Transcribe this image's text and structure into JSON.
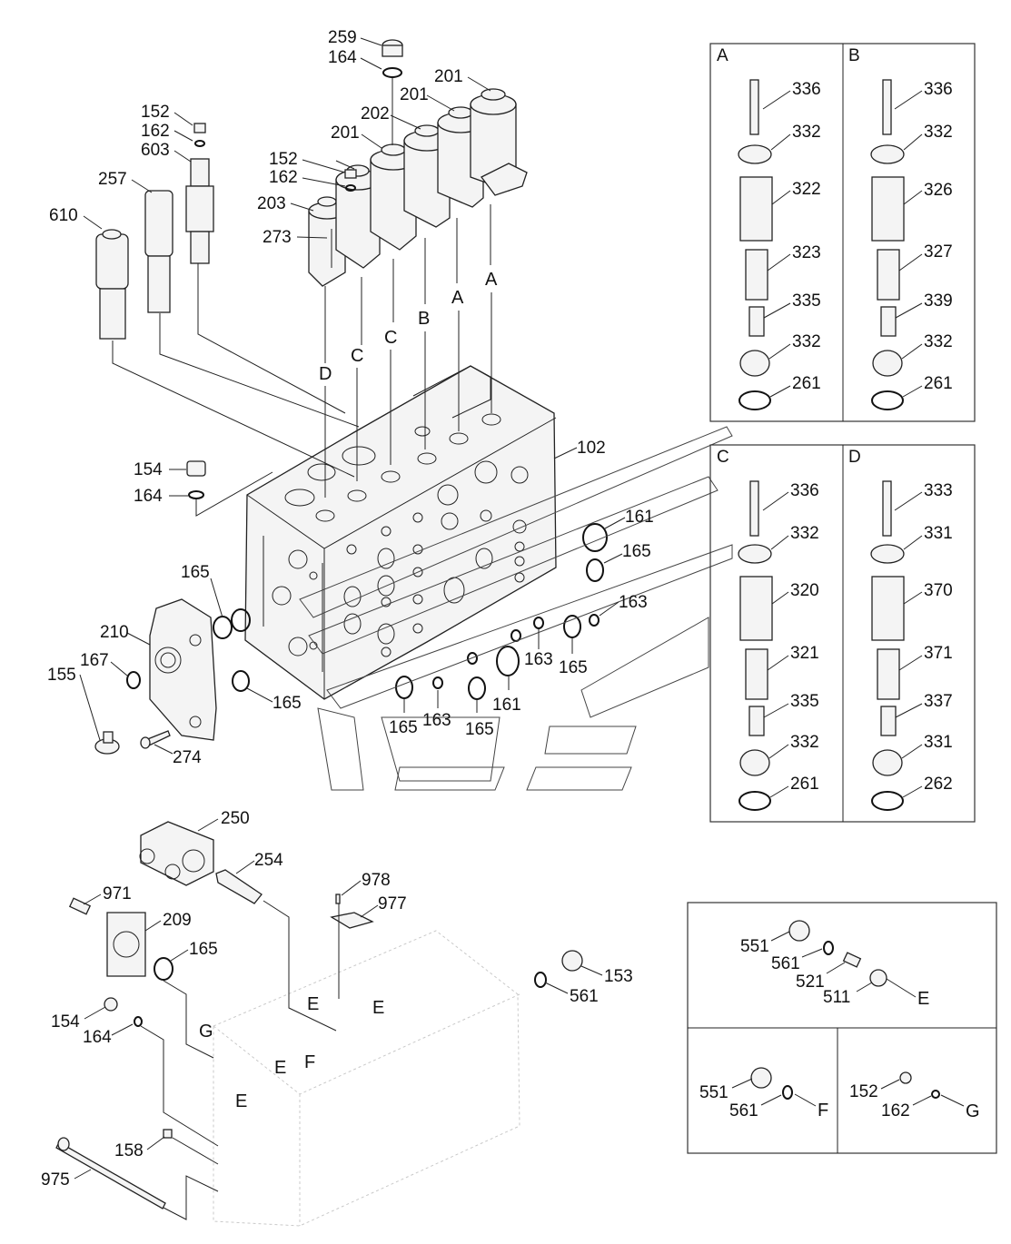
{
  "callouts": [
    {
      "id": "c259a",
      "text": "259"
    },
    {
      "id": "c164a",
      "text": "164"
    },
    {
      "id": "c201a",
      "text": "201"
    },
    {
      "id": "c201b",
      "text": "201"
    },
    {
      "id": "c202",
      "text": "202"
    },
    {
      "id": "c201c",
      "text": "201"
    },
    {
      "id": "c152a",
      "text": "152"
    },
    {
      "id": "c162a",
      "text": "162"
    },
    {
      "id": "c603",
      "text": "603"
    },
    {
      "id": "c257",
      "text": "257"
    },
    {
      "id": "c610",
      "text": "610"
    },
    {
      "id": "c152b",
      "text": "152"
    },
    {
      "id": "c162b",
      "text": "162"
    },
    {
      "id": "c203",
      "text": "203"
    },
    {
      "id": "c273",
      "text": "273"
    },
    {
      "id": "c102",
      "text": "102"
    },
    {
      "id": "c154a",
      "text": "154"
    },
    {
      "id": "c164b",
      "text": "164"
    },
    {
      "id": "c161a",
      "text": "161"
    },
    {
      "id": "c165a",
      "text": "165"
    },
    {
      "id": "c163a",
      "text": "163"
    },
    {
      "id": "c165b",
      "text": "165"
    },
    {
      "id": "c210",
      "text": "210"
    },
    {
      "id": "c167",
      "text": "167"
    },
    {
      "id": "c155",
      "text": "155"
    },
    {
      "id": "c274",
      "text": "274"
    },
    {
      "id": "c165c",
      "text": "165"
    },
    {
      "id": "c165d",
      "text": "165"
    },
    {
      "id": "c163b",
      "text": "163"
    },
    {
      "id": "c165e",
      "text": "165"
    },
    {
      "id": "c161b",
      "text": "161"
    },
    {
      "id": "c163c",
      "text": "163"
    },
    {
      "id": "c165f",
      "text": "165"
    },
    {
      "id": "c250",
      "text": "250"
    },
    {
      "id": "c254",
      "text": "254"
    },
    {
      "id": "c971",
      "text": "971"
    },
    {
      "id": "c209",
      "text": "209"
    },
    {
      "id": "c165g",
      "text": "165"
    },
    {
      "id": "c978",
      "text": "978"
    },
    {
      "id": "c977",
      "text": "977"
    },
    {
      "id": "c154b",
      "text": "154"
    },
    {
      "id": "c164c",
      "text": "164"
    },
    {
      "id": "c153",
      "text": "153"
    },
    {
      "id": "c561a",
      "text": "561"
    },
    {
      "id": "c158",
      "text": "158"
    },
    {
      "id": "c975",
      "text": "975"
    }
  ],
  "section_letters": [
    {
      "id": "lD",
      "text": "D"
    },
    {
      "id": "lC1",
      "text": "C"
    },
    {
      "id": "lC2",
      "text": "C"
    },
    {
      "id": "lB",
      "text": "B"
    },
    {
      "id": "lA1",
      "text": "A"
    },
    {
      "id": "lA2",
      "text": "A"
    },
    {
      "id": "lE1",
      "text": "E"
    },
    {
      "id": "lE2",
      "text": "E"
    },
    {
      "id": "lG",
      "text": "G"
    },
    {
      "id": "lE3",
      "text": "E"
    },
    {
      "id": "lF",
      "text": "F"
    },
    {
      "id": "lE4",
      "text": "E"
    }
  ],
  "panel_A": {
    "title": "A",
    "labels": [
      "336",
      "332",
      "322",
      "323",
      "335",
      "332",
      "261"
    ]
  },
  "panel_B": {
    "title": "B",
    "labels": [
      "336",
      "332",
      "326",
      "327",
      "339",
      "332",
      "261"
    ]
  },
  "panel_C": {
    "title": "C",
    "labels": [
      "336",
      "332",
      "320",
      "321",
      "335",
      "332",
      "261"
    ]
  },
  "panel_D": {
    "title": "D",
    "labels": [
      "333",
      "331",
      "370",
      "371",
      "337",
      "331",
      "262"
    ]
  },
  "panel_E": {
    "labels": [
      "551",
      "561",
      "521",
      "511",
      "E"
    ]
  },
  "panel_F": {
    "labels": [
      "551",
      "561",
      "F"
    ]
  },
  "panel_G": {
    "labels": [
      "152",
      "162",
      "G"
    ]
  }
}
